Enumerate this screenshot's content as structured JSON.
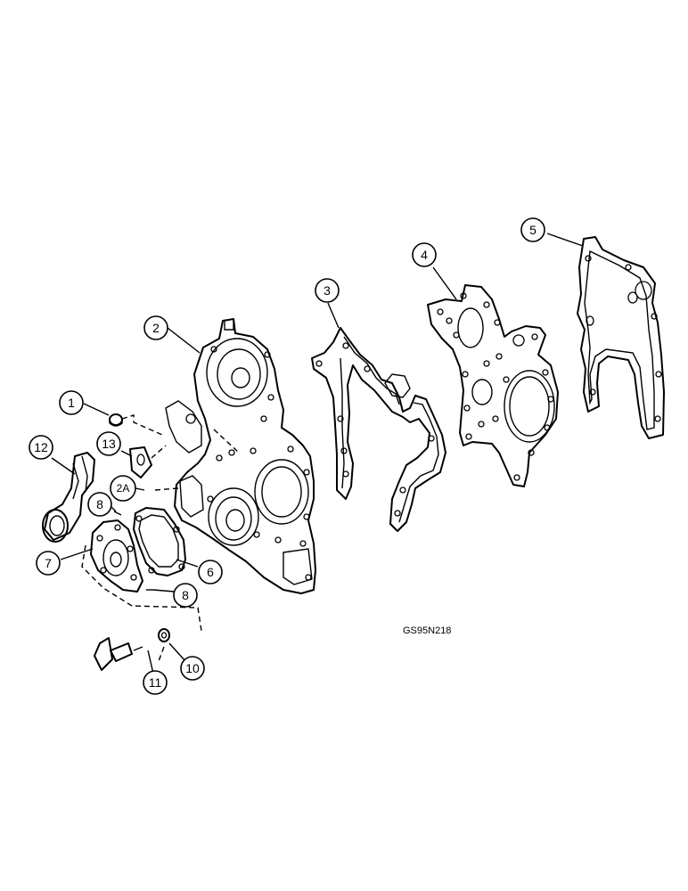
{
  "figure_code": "GS95N218",
  "callouts": [
    {
      "id": "c1",
      "label": "1"
    },
    {
      "id": "c2",
      "label": "2"
    },
    {
      "id": "c2a",
      "label": "2A"
    },
    {
      "id": "c3",
      "label": "3"
    },
    {
      "id": "c4",
      "label": "4"
    },
    {
      "id": "c5",
      "label": "5"
    },
    {
      "id": "c6",
      "label": "6"
    },
    {
      "id": "c7",
      "label": "7"
    },
    {
      "id": "c8a",
      "label": "8"
    },
    {
      "id": "c8b",
      "label": "8"
    },
    {
      "id": "c10",
      "label": "10"
    },
    {
      "id": "c11",
      "label": "11"
    },
    {
      "id": "c12",
      "label": "12"
    },
    {
      "id": "c13",
      "label": "13"
    }
  ]
}
